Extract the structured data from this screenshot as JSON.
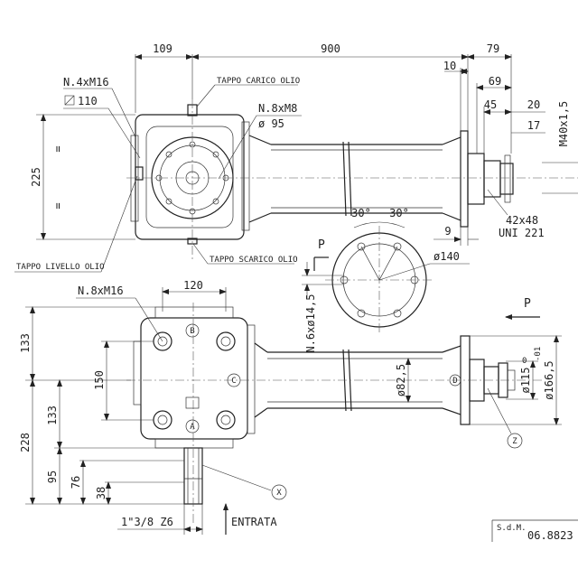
{
  "dims": {
    "d109": "109",
    "d900": "900",
    "d79": "79",
    "d10": "10",
    "d69": "69",
    "d45": "45",
    "d20": "20",
    "d17": "17",
    "thread_m40": "M40x1,5",
    "d225": "225",
    "flange_sq": "110",
    "bolts_top": "N.4xM16",
    "bolts_m8": "N.8xM8",
    "d95": "ø 95",
    "key": "42x48",
    "uni": "UNI 221",
    "d9": "9",
    "angle1": "30°",
    "angle2": "30°",
    "d140": "ø140",
    "holes": "N.6xø14,5",
    "bolts_front": "N.8xM16",
    "d120": "120",
    "d133a": "133",
    "d133b": "133",
    "d150": "150",
    "d228": "228",
    "d95b": "95",
    "d76": "76",
    "d38": "38",
    "d82_5": "ø82,5",
    "d115": "ø115",
    "tol_up": "0",
    "tol_dn": "-01",
    "d166_5": "ø166,5",
    "shaft_in": "1\"3/8 Z6"
  },
  "labels": {
    "fill_plug": "TAPPO CARICO OLIO",
    "drain_plug": "TAPPO SCARICO OLIO",
    "level_plug": "TAPPO LIVELLO OLIO",
    "view_p_left": "P",
    "view_p_right": "P",
    "entrata": "ENTRATA",
    "mark_x": "X",
    "mark_z": "Z",
    "mark_a": "A",
    "mark_b": "B",
    "mark_c": "C",
    "mark_d": "D",
    "eq1": "=",
    "eq2": "="
  },
  "title_block": {
    "company": "S.d.M.",
    "code": "06.8823"
  }
}
